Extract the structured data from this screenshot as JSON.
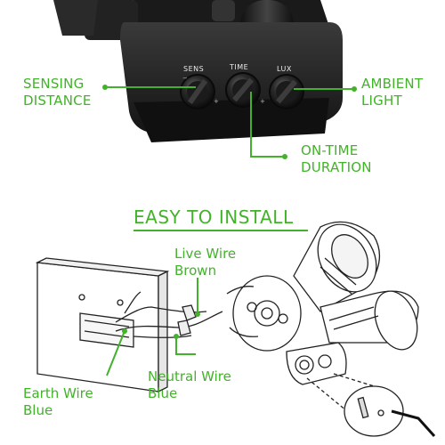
{
  "colors": {
    "accent": "#43b22b",
    "device": "#1c1c1c",
    "knob": "#262626"
  },
  "knobs": [
    "SENS",
    "TIME",
    "LUX"
  ],
  "callouts": {
    "sensing": [
      "SENSING",
      "DISTANCE"
    ],
    "ambient": [
      "AMBIENT",
      "LIGHT"
    ],
    "ontime": [
      "ON-TIME",
      "DURATION"
    ]
  },
  "install": {
    "title": "EASY TO INSTALL",
    "live": [
      "Live Wire",
      "Brown"
    ],
    "neutral": [
      "Neutral Wire",
      "Blue"
    ],
    "earth": [
      "Earth Wire",
      "Blue"
    ]
  }
}
